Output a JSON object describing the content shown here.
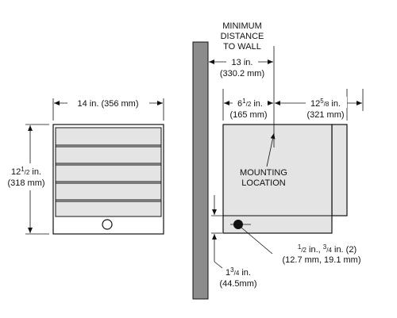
{
  "colors": {
    "wall": "#8c8c8c",
    "unit_fill": "#e4e4e4",
    "outline": "#111111",
    "background": "#ffffff"
  },
  "labels": {
    "min_distance": [
      "MINIMUM",
      "DISTANCE",
      "TO WALL"
    ],
    "dist_13": "13 in.",
    "dist_13_mm": "(330.2 mm)",
    "width_14": "14 in. (356 mm)",
    "height_whole": "12",
    "height_num": "1",
    "height_den": "2",
    "height_unit": " in.",
    "height_mm": "(318 mm)",
    "side_a_whole": "6",
    "side_a_num": "1",
    "side_a_den": "2",
    "side_a_unit": " in.",
    "side_a_mm": "(165 mm)",
    "side_b_whole": "12",
    "side_b_num": "5",
    "side_b_den": "8",
    "side_b_unit": " in.",
    "side_b_mm": "(321 mm)",
    "mounting": [
      "MOUNTING",
      "LOCATION"
    ],
    "hole_num1": "1",
    "hole_den1": "2",
    "hole_mid": " in., ",
    "hole_num2": "3",
    "hole_den2": "4",
    "hole_tail": " in. (2)",
    "hole_mm": "(12.7 mm, 19.1 mm)",
    "bottom_whole": "1",
    "bottom_num": "3",
    "bottom_den": "4",
    "bottom_unit": " in.",
    "bottom_mm": "(44.5mm)"
  }
}
